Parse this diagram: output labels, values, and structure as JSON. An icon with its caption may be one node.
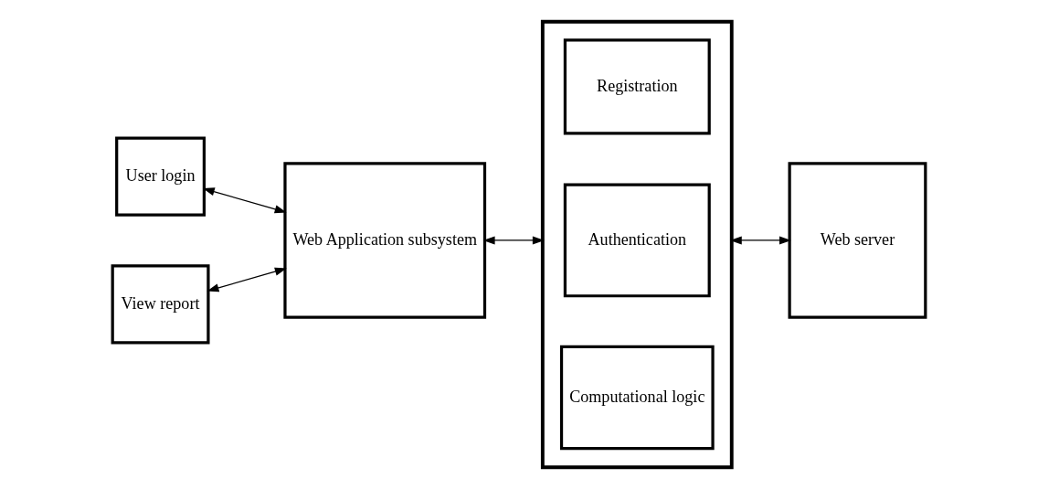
{
  "diagram": {
    "nodes": [
      {
        "text": [
          "User login"
        ]
      },
      {
        "text": [
          "View report"
        ]
      },
      {
        "text": [
          "Web Application subsystem"
        ]
      },
      {
        "text": [],
        "shape": "box"
      },
      {
        "text": [
          "Registration"
        ],
        "in": 3
      },
      {
        "text": [
          "Authentication"
        ],
        "in": 3
      },
      {
        "text": [
          "Computational logic"
        ],
        "in": 3
      },
      {
        "text": [
          "Web server"
        ]
      }
    ],
    "edges": [
      {
        "from": 2,
        "to": 0,
        "arrow": "both"
      },
      {
        "from": 2,
        "to": 1,
        "arrow": "both"
      },
      {
        "from": 2,
        "to": 3,
        "arrow": "both"
      },
      {
        "from": 3,
        "to": 7,
        "arrow": "both"
      }
    ]
  }
}
